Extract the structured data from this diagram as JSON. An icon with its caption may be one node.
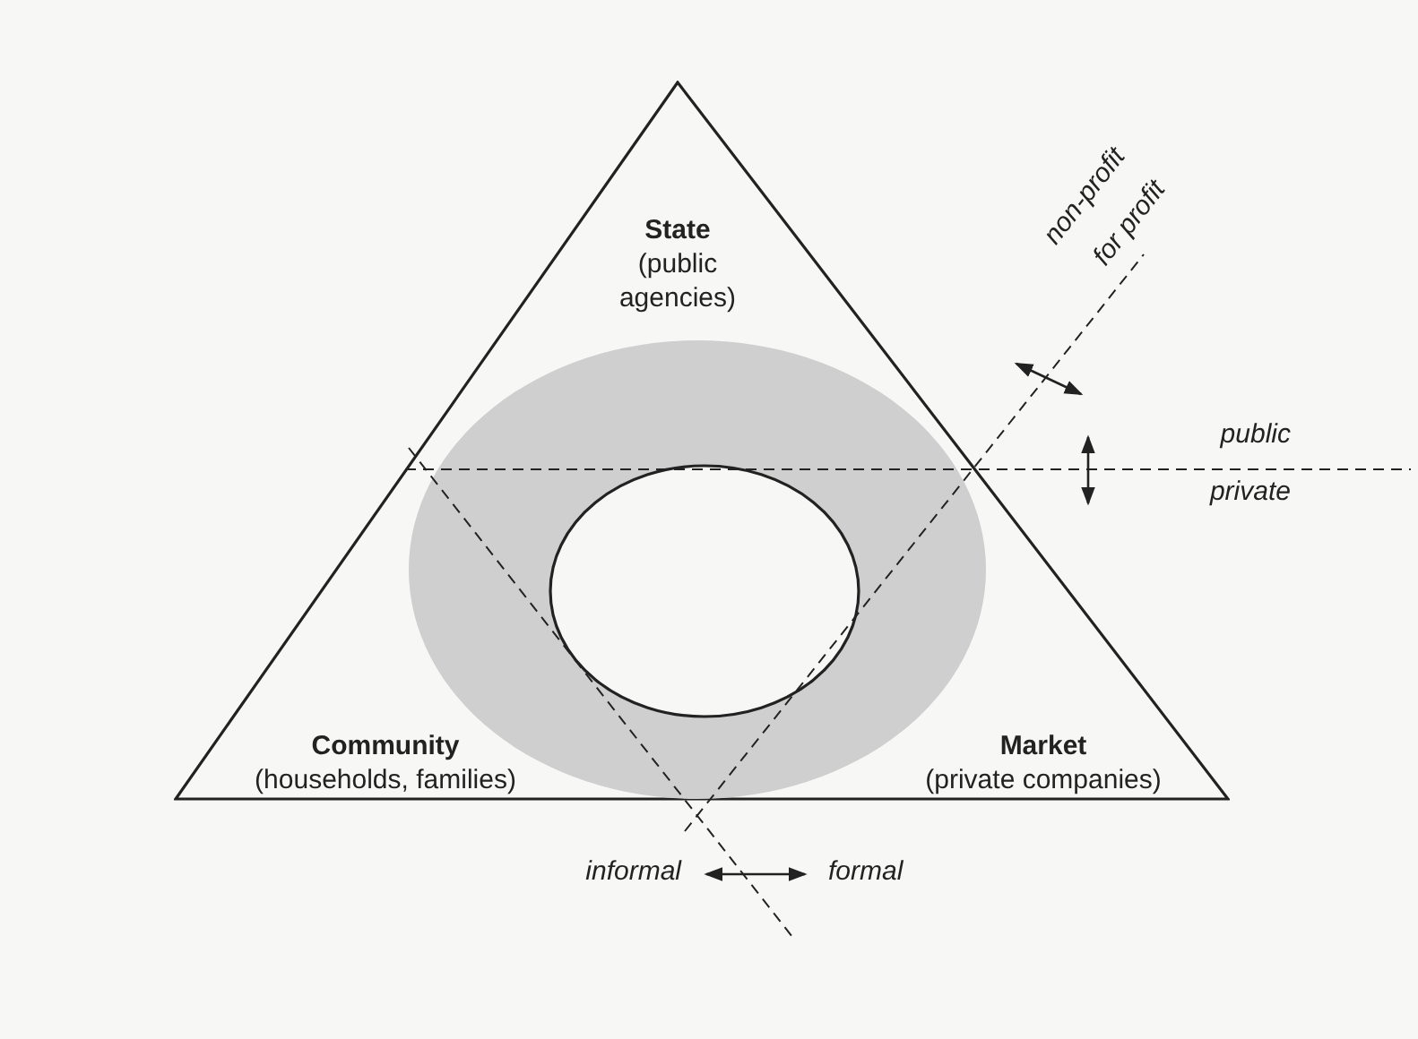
{
  "diagram": {
    "nodes": [
      {
        "text": [
          "State",
          "(public agencies)",
          "Community",
          "(households, families)",
          "Market",
          "(private companies)"
        ]
      }
    ],
    "edges": [],
    "labels": [
      "non-profit",
      "for profit",
      "public",
      "private",
      "informal",
      "formal"
    ]
  }
}
